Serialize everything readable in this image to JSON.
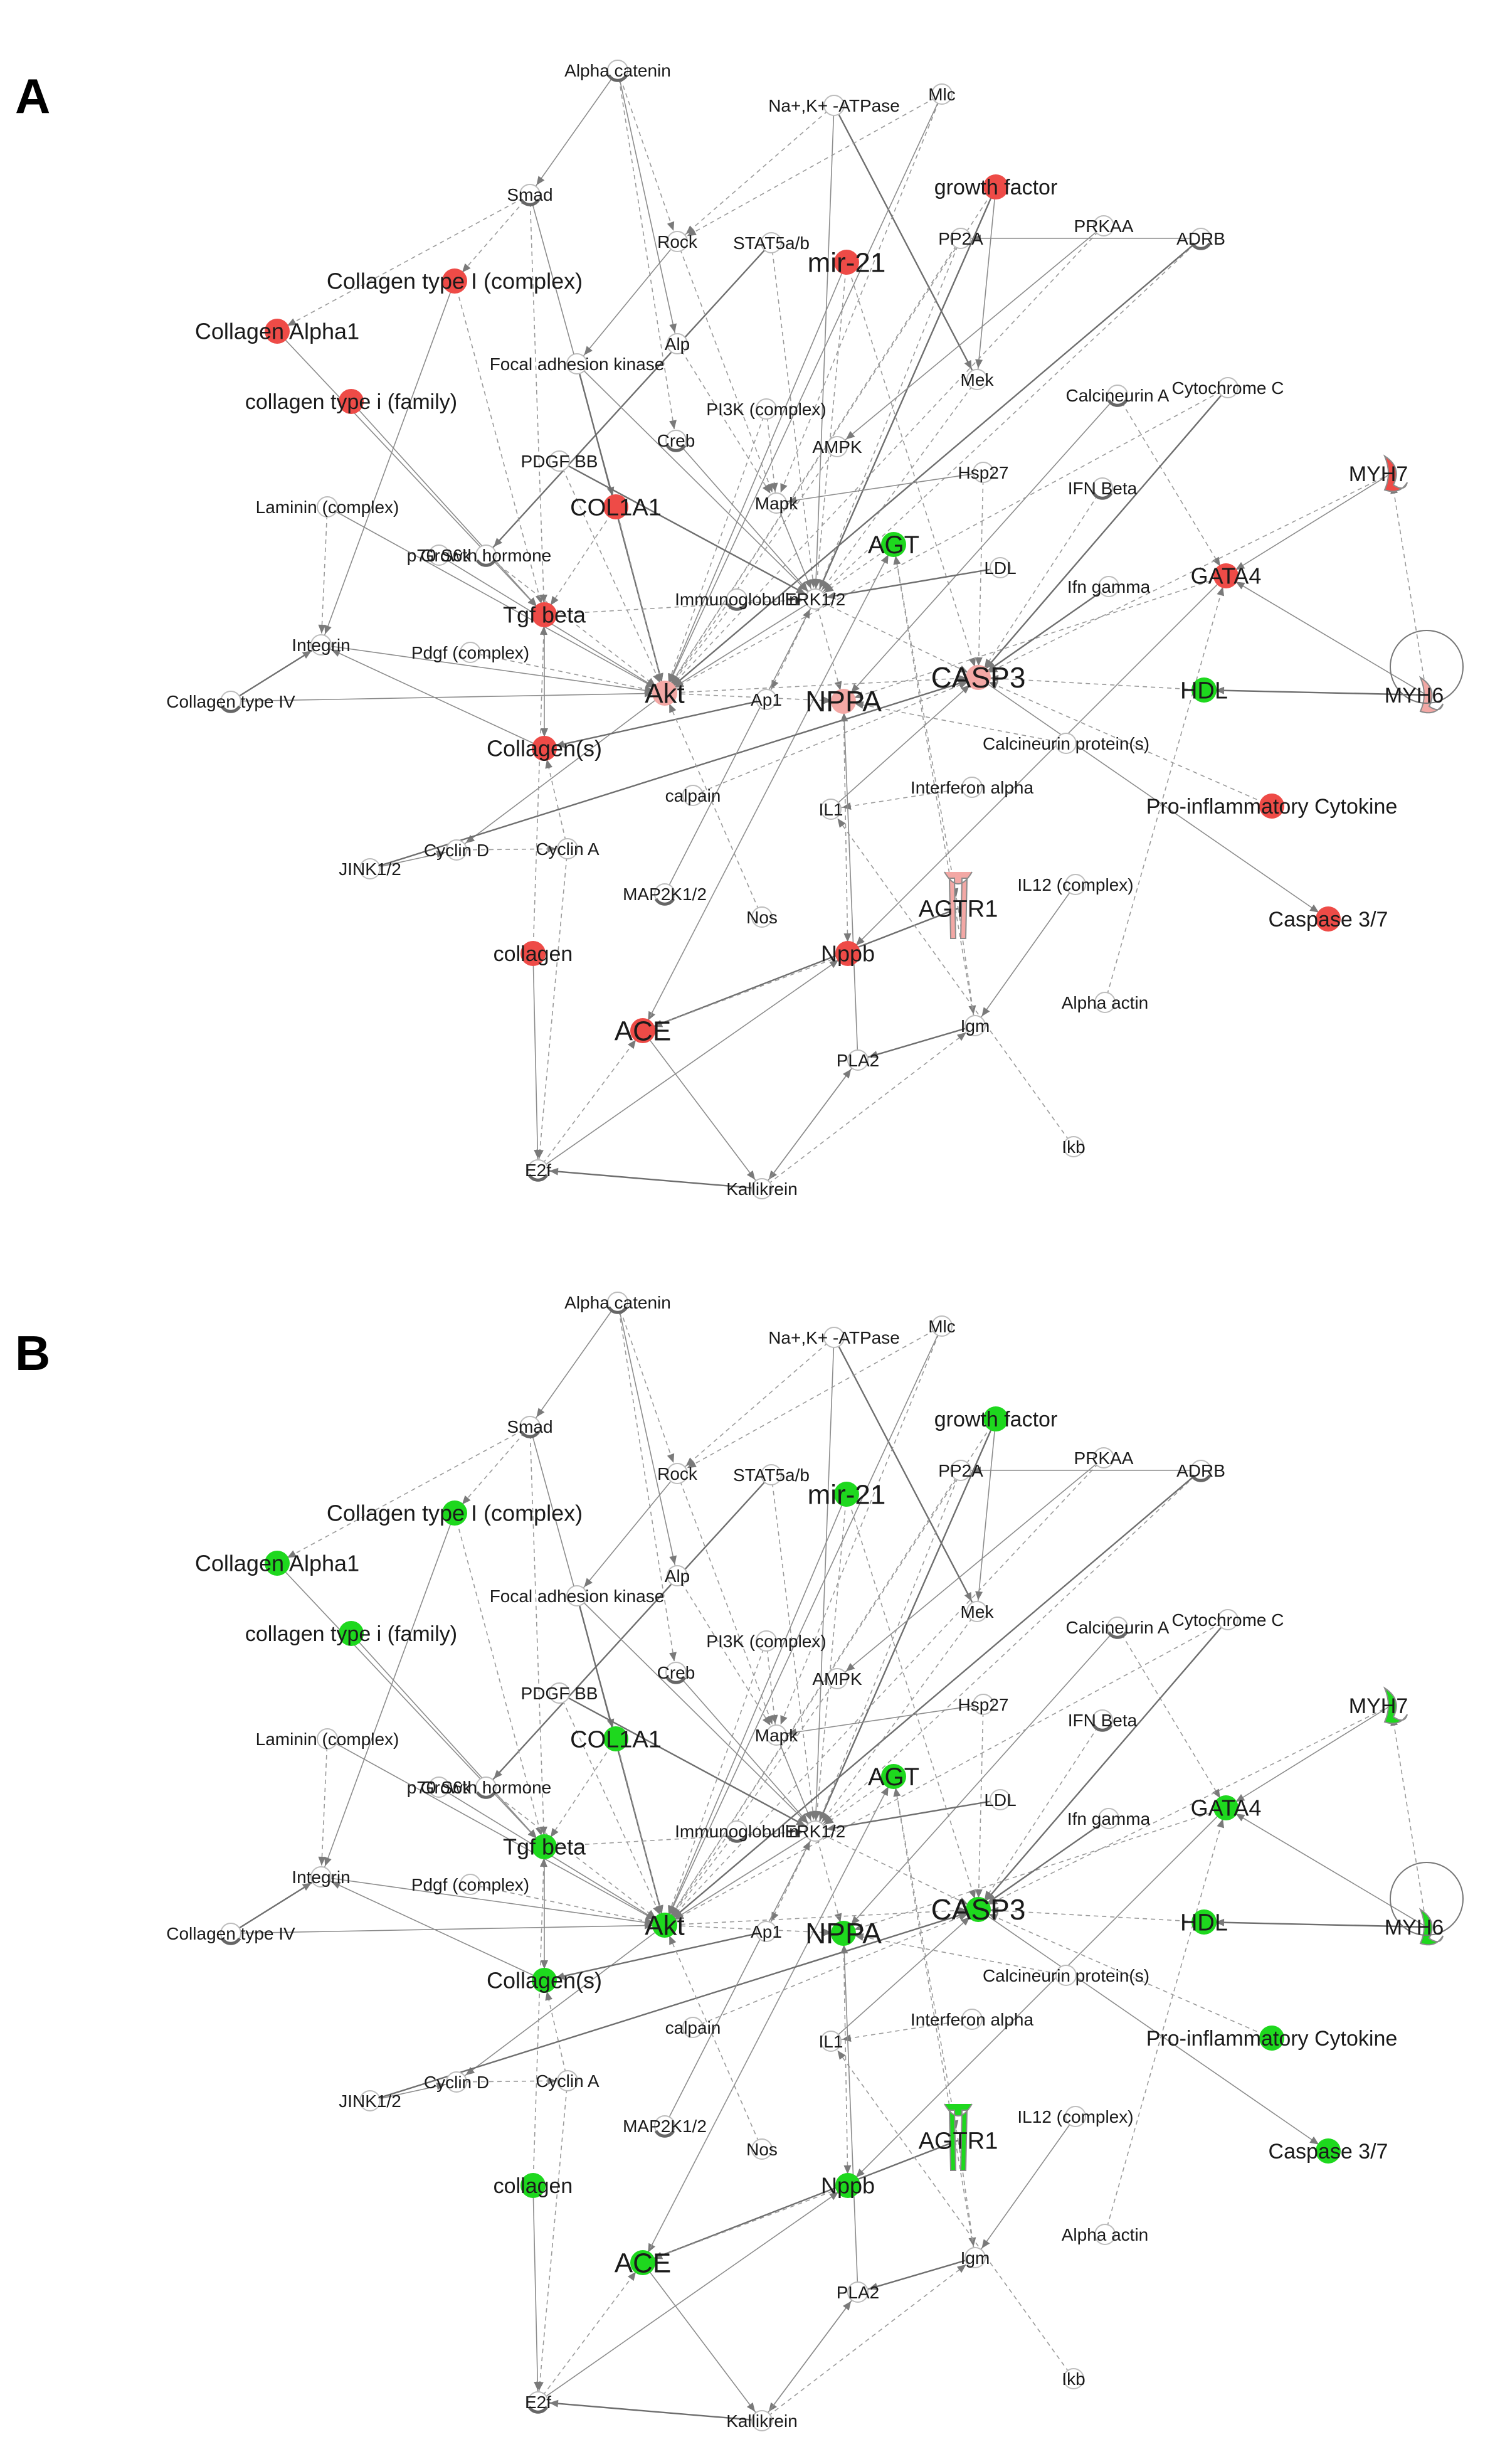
{
  "colors": {
    "up": "#ee4b47",
    "up_light": "#f3a8a5",
    "down": "#1ed81e",
    "neutral_fill": "#ffffff",
    "neutral_dark": "#6a6a6a",
    "edge": "#8c8c8c"
  },
  "panels": [
    {
      "label": "A",
      "node_states": {
        "Collagen type I (complex)": "up",
        "Collagen Alpha1": "up",
        "collagen type i (family)": "up",
        "growth factor": "up",
        "mir-21": "up",
        "COL1A1": "up",
        "Tgf beta": "up",
        "Collagen(s)": "up",
        "collagen": "up",
        "ACE": "up",
        "NPPA": "up_light",
        "CASP3": "up_light",
        "Akt": "up_light",
        "GATA4": "up",
        "MYH7": "up",
        "MYH6": "up_light",
        "Pro-inflammatory Cytokine": "up",
        "Caspase 3/7": "up",
        "AGTR1": "up_light",
        "Nppb": "up",
        "AGT": "down",
        "HDL": "down"
      }
    },
    {
      "label": "B",
      "node_states": {
        "Collagen type I (complex)": "down",
        "Collagen Alpha1": "down",
        "collagen type i (family)": "down",
        "growth factor": "down",
        "mir-21": "down",
        "COL1A1": "down",
        "Tgf beta": "down",
        "Collagen(s)": "down",
        "collagen": "down",
        "ACE": "down",
        "NPPA": "down",
        "CASP3": "down",
        "Akt": "down",
        "GATA4": "down",
        "MYH7": "down",
        "MYH6": "down",
        "Pro-inflammatory Cytokine": "down",
        "Caspase 3/7": "down",
        "AGTR1": "down",
        "Nppb": "down",
        "AGT": "down",
        "HDL": "down"
      }
    }
  ],
  "nodes": [
    {
      "id": "Alpha catenin",
      "label": "Alpha catenin",
      "shape": "circle"
    },
    {
      "id": "Na+,K+ -ATPase",
      "label": "Na+,K+ -ATPase",
      "shape": "circle"
    },
    {
      "id": "Mlc",
      "label": "Mlc",
      "shape": "circle"
    },
    {
      "id": "growth factor",
      "label": "growth factor",
      "shape": "circle"
    },
    {
      "id": "Smad",
      "label": "Smad",
      "shape": "circle"
    },
    {
      "id": "Rock",
      "label": "Rock",
      "shape": "circle"
    },
    {
      "id": "STAT5a/b",
      "label": "STAT5a/b",
      "shape": "circle"
    },
    {
      "id": "PRKAA",
      "label": "PRKAA",
      "shape": "circle"
    },
    {
      "id": "ADRB",
      "label": "ADRB",
      "shape": "circle"
    },
    {
      "id": "Collagen type I (complex)",
      "label": "Collagen type I (complex)",
      "shape": "circle"
    },
    {
      "id": "mir-21",
      "label": "mir-21",
      "shape": "circle"
    },
    {
      "id": "PP2A",
      "label": "PP2A",
      "shape": "circle"
    },
    {
      "id": "Collagen Alpha1",
      "label": "Collagen Alpha1",
      "shape": "circle"
    },
    {
      "id": "Alp",
      "label": "Alp",
      "shape": "circle"
    },
    {
      "id": "Focal adhesion kinase",
      "label": "Focal adhesion kinase",
      "shape": "circle"
    },
    {
      "id": "Mek",
      "label": "Mek",
      "shape": "circle"
    },
    {
      "id": "Calcineurin A",
      "label": "Calcineurin A",
      "shape": "circle"
    },
    {
      "id": "Cytochrome C",
      "label": "Cytochrome C",
      "shape": "circle"
    },
    {
      "id": "collagen type i (family)",
      "label": "collagen type i (family)",
      "shape": "circle"
    },
    {
      "id": "PI3K (complex)",
      "label": "PI3K (complex)",
      "shape": "circle"
    },
    {
      "id": "Creb",
      "label": "Creb",
      "shape": "circle"
    },
    {
      "id": "AMPK",
      "label": "AMPK",
      "shape": "circle"
    },
    {
      "id": "Hsp27",
      "label": "Hsp27",
      "shape": "circle"
    },
    {
      "id": "PDGF BB",
      "label": "PDGF BB",
      "shape": "circle"
    },
    {
      "id": "MYH7",
      "label": "MYH7",
      "shape": "enzyme"
    },
    {
      "id": "Laminin (complex)",
      "label": "Laminin (complex)",
      "shape": "circle"
    },
    {
      "id": "COL1A1",
      "label": "COL1A1",
      "shape": "circle"
    },
    {
      "id": "Mapk",
      "label": "Mapk",
      "shape": "circle"
    },
    {
      "id": "IFN Beta",
      "label": "IFN Beta",
      "shape": "circle"
    },
    {
      "id": "AGT",
      "label": "AGT",
      "shape": "circle"
    },
    {
      "id": "LDL",
      "label": "LDL",
      "shape": "circle"
    },
    {
      "id": "p70 S6k",
      "label": "p70 S6k",
      "shape": "circle"
    },
    {
      "id": "Growth hormone",
      "label": "Growth hormone",
      "shape": "circle"
    },
    {
      "id": "GATA4",
      "label": "GATA4",
      "shape": "circle"
    },
    {
      "id": "Ifn gamma",
      "label": "Ifn gamma",
      "shape": "circle"
    },
    {
      "id": "Tgf beta",
      "label": "Tgf beta",
      "shape": "circle"
    },
    {
      "id": "Immunoglobulin",
      "label": "Immunoglobulin",
      "shape": "circle"
    },
    {
      "id": "ERK1/2",
      "label": "ERK1/2",
      "shape": "circle"
    },
    {
      "id": "Integrin",
      "label": "Integrin",
      "shape": "circle"
    },
    {
      "id": "Pdgf (complex)",
      "label": "Pdgf (complex)",
      "shape": "circle"
    },
    {
      "id": "Collagen type IV",
      "label": "Collagen type IV",
      "shape": "circle"
    },
    {
      "id": "Akt",
      "label": "Akt",
      "shape": "circle"
    },
    {
      "id": "Ap1",
      "label": "Ap1",
      "shape": "circle"
    },
    {
      "id": "NPPA",
      "label": "NPPA",
      "shape": "circle"
    },
    {
      "id": "CASP3",
      "label": "CASP3",
      "shape": "circle"
    },
    {
      "id": "HDL",
      "label": "HDL",
      "shape": "circle"
    },
    {
      "id": "MYH6",
      "label": "MYH6",
      "shape": "enzyme"
    },
    {
      "id": "Calcineurin protein(s)",
      "label": "Calcineurin protein(s)",
      "shape": "circle"
    },
    {
      "id": "Collagen(s)",
      "label": "Collagen(s)",
      "shape": "circle"
    },
    {
      "id": "Interferon alpha",
      "label": "Interferon alpha",
      "shape": "circle"
    },
    {
      "id": "calpain",
      "label": "calpain",
      "shape": "circle"
    },
    {
      "id": "IL1",
      "label": "IL1",
      "shape": "circle"
    },
    {
      "id": "Pro-inflammatory Cytokine",
      "label": "Pro-inflammatory Cytokine",
      "shape": "circle"
    },
    {
      "id": "JINK1/2",
      "label": "JINK1/2",
      "shape": "circle"
    },
    {
      "id": "Cyclin D",
      "label": "Cyclin D",
      "shape": "circle"
    },
    {
      "id": "Cyclin A",
      "label": "Cyclin A",
      "shape": "circle"
    },
    {
      "id": "MAP2K1/2",
      "label": "MAP2K1/2",
      "shape": "circle"
    },
    {
      "id": "AGTR1",
      "label": "AGTR1",
      "shape": "receptor"
    },
    {
      "id": "IL12 (complex)",
      "label": "IL12 (complex)",
      "shape": "circle"
    },
    {
      "id": "Nos",
      "label": "Nos",
      "shape": "circle"
    },
    {
      "id": "Caspase 3/7",
      "label": "Caspase 3/7",
      "shape": "circle"
    },
    {
      "id": "collagen",
      "label": "collagen",
      "shape": "circle"
    },
    {
      "id": "Nppb",
      "label": "Nppb",
      "shape": "circle"
    },
    {
      "id": "Alpha actin",
      "label": "Alpha actin",
      "shape": "circle"
    },
    {
      "id": "ACE",
      "label": "ACE",
      "shape": "circle"
    },
    {
      "id": "Igm",
      "label": "Igm",
      "shape": "circle"
    },
    {
      "id": "PLA2",
      "label": "PLA2",
      "shape": "circle"
    },
    {
      "id": "Ikb",
      "label": "Ikb",
      "shape": "circle"
    },
    {
      "id": "E2f",
      "label": "E2f",
      "shape": "circle"
    },
    {
      "id": "Kallikrein",
      "label": "Kallikrein",
      "shape": "circle"
    }
  ],
  "edges": [
    [
      "Alpha catenin",
      "Smad"
    ],
    [
      "Alpha catenin",
      "Rock"
    ],
    [
      "Alpha catenin",
      "Creb"
    ],
    [
      "Alpha catenin",
      "Alp"
    ],
    [
      "Na+,K+ -ATPase",
      "Rock"
    ],
    [
      "Na+,K+ -ATPase",
      "Mek"
    ],
    [
      "Na+,K+ -ATPase",
      "ERK1/2"
    ],
    [
      "Mlc",
      "Rock"
    ],
    [
      "Mlc",
      "Mapk"
    ],
    [
      "Mlc",
      "Akt"
    ],
    [
      "growth factor",
      "ERK1/2"
    ],
    [
      "growth factor",
      "Akt"
    ],
    [
      "growth factor",
      "Mek"
    ],
    [
      "Smad",
      "Collagen type I (complex)"
    ],
    [
      "Smad",
      "Tgf beta"
    ],
    [
      "Smad",
      "COL1A1"
    ],
    [
      "Smad",
      "Collagen Alpha1"
    ],
    [
      "Rock",
      "Mapk"
    ],
    [
      "Rock",
      "Focal adhesion kinase"
    ],
    [
      "STAT5a/b",
      "ERK1/2"
    ],
    [
      "STAT5a/b",
      "Growth hormone"
    ],
    [
      "PRKAA",
      "AMPK"
    ],
    [
      "PRKAA",
      "Akt"
    ],
    [
      "ADRB",
      "ERK1/2"
    ],
    [
      "ADRB",
      "PP2A"
    ],
    [
      "ADRB",
      "Akt"
    ],
    [
      "Collagen type I (complex)",
      "Tgf beta"
    ],
    [
      "Collagen type I (complex)",
      "Integrin"
    ],
    [
      "mir-21",
      "ERK1/2"
    ],
    [
      "mir-21",
      "CASP3"
    ],
    [
      "mir-21",
      "Akt"
    ],
    [
      "PP2A",
      "Akt"
    ],
    [
      "PP2A",
      "ERK1/2"
    ],
    [
      "Collagen Alpha1",
      "Tgf beta"
    ],
    [
      "Alp",
      "Mapk"
    ],
    [
      "Focal adhesion kinase",
      "Akt"
    ],
    [
      "Focal adhesion kinase",
      "ERK1/2"
    ],
    [
      "Mek",
      "ERK1/2"
    ],
    [
      "Calcineurin A",
      "GATA4"
    ],
    [
      "Calcineurin A",
      "NPPA"
    ],
    [
      "Cytochrome C",
      "CASP3"
    ],
    [
      "Cytochrome C",
      "Akt"
    ],
    [
      "collagen type i (family)",
      "Tgf beta"
    ],
    [
      "PI3K (complex)",
      "Akt"
    ],
    [
      "PI3K (complex)",
      "Mapk"
    ],
    [
      "Creb",
      "ERK1/2"
    ],
    [
      "AMPK",
      "Akt"
    ],
    [
      "Hsp27",
      "CASP3"
    ],
    [
      "Hsp27",
      "Mapk"
    ],
    [
      "PDGF BB",
      "Akt"
    ],
    [
      "PDGF BB",
      "ERK1/2"
    ],
    [
      "MYH7",
      "GATA4"
    ],
    [
      "MYH7",
      "CASP3"
    ],
    [
      "MYH6",
      "MYH7"
    ],
    [
      "MYH6",
      "GATA4"
    ],
    [
      "MYH6",
      "HDL"
    ],
    [
      "Laminin (complex)",
      "Integrin"
    ],
    [
      "Laminin (complex)",
      "Akt"
    ],
    [
      "COL1A1",
      "Tgf beta"
    ],
    [
      "COL1A1",
      "Akt"
    ],
    [
      "Mapk",
      "ERK1/2"
    ],
    [
      "IFN Beta",
      "CASP3"
    ],
    [
      "AGT",
      "AGTR1"
    ],
    [
      "AGT",
      "ACE"
    ],
    [
      "AGT",
      "ERK1/2"
    ],
    [
      "LDL",
      "ERK1/2"
    ],
    [
      "p70 S6k",
      "Akt"
    ],
    [
      "Growth hormone",
      "Akt"
    ],
    [
      "GATA4",
      "NPPA"
    ],
    [
      "GATA4",
      "Nppb"
    ],
    [
      "Ifn gamma",
      "CASP3"
    ],
    [
      "Tgf beta",
      "ERK1/2"
    ],
    [
      "Tgf beta",
      "Collagen(s)"
    ],
    [
      "Immunoglobulin",
      "Akt"
    ],
    [
      "ERK1/2",
      "CASP3"
    ],
    [
      "ERK1/2",
      "Akt"
    ],
    [
      "ERK1/2",
      "NPPA"
    ],
    [
      "ERK1/2",
      "Ap1"
    ],
    [
      "Integrin",
      "Akt"
    ],
    [
      "Pdgf (complex)",
      "Akt"
    ],
    [
      "Collagen type IV",
      "Integrin"
    ],
    [
      "Collagen type IV",
      "Akt"
    ],
    [
      "Akt",
      "CASP3"
    ],
    [
      "Akt",
      "NPPA"
    ],
    [
      "Akt",
      "Cyclin D"
    ],
    [
      "Ap1",
      "Collagen(s)"
    ],
    [
      "NPPA",
      "Nppb"
    ],
    [
      "CASP3",
      "Caspase 3/7"
    ],
    [
      "HDL",
      "CASP3"
    ],
    [
      "Calcineurin protein(s)",
      "NPPA"
    ],
    [
      "Collagen(s)",
      "Integrin"
    ],
    [
      "Interferon alpha",
      "IL1"
    ],
    [
      "calpain",
      "CASP3"
    ],
    [
      "IL1",
      "CASP3"
    ],
    [
      "Pro-inflammatory Cytokine",
      "CASP3"
    ],
    [
      "JINK1/2",
      "CASP3"
    ],
    [
      "JINK1/2",
      "Cyclin D"
    ],
    [
      "Cyclin D",
      "Cyclin A"
    ],
    [
      "Cyclin A",
      "E2f"
    ],
    [
      "MAP2K1/2",
      "ERK1/2"
    ],
    [
      "AGTR1",
      "ACE"
    ],
    [
      "AGTR1",
      "Igm"
    ],
    [
      "IL12 (complex)",
      "Igm"
    ],
    [
      "Nos",
      "Akt"
    ],
    [
      "collagen",
      "Tgf beta"
    ],
    [
      "collagen",
      "E2f"
    ],
    [
      "Nppb",
      "ACE"
    ],
    [
      "Alpha actin",
      "GATA4"
    ],
    [
      "ACE",
      "Kallikrein"
    ],
    [
      "ACE",
      "AGT"
    ],
    [
      "Igm",
      "PLA2"
    ],
    [
      "PLA2",
      "Kallikrein"
    ],
    [
      "Ikb",
      "IL1"
    ],
    [
      "E2f",
      "ACE"
    ],
    [
      "E2f",
      "Nppb"
    ],
    [
      "Kallikrein",
      "E2f"
    ],
    [
      "Kallikrein",
      "Igm"
    ],
    [
      "Kallikrein",
      "PLA2"
    ],
    [
      "Cyclin A",
      "Collagen(s)"
    ],
    [
      "Igm",
      "AGT"
    ],
    [
      "PLA2",
      "NPPA"
    ]
  ]
}
